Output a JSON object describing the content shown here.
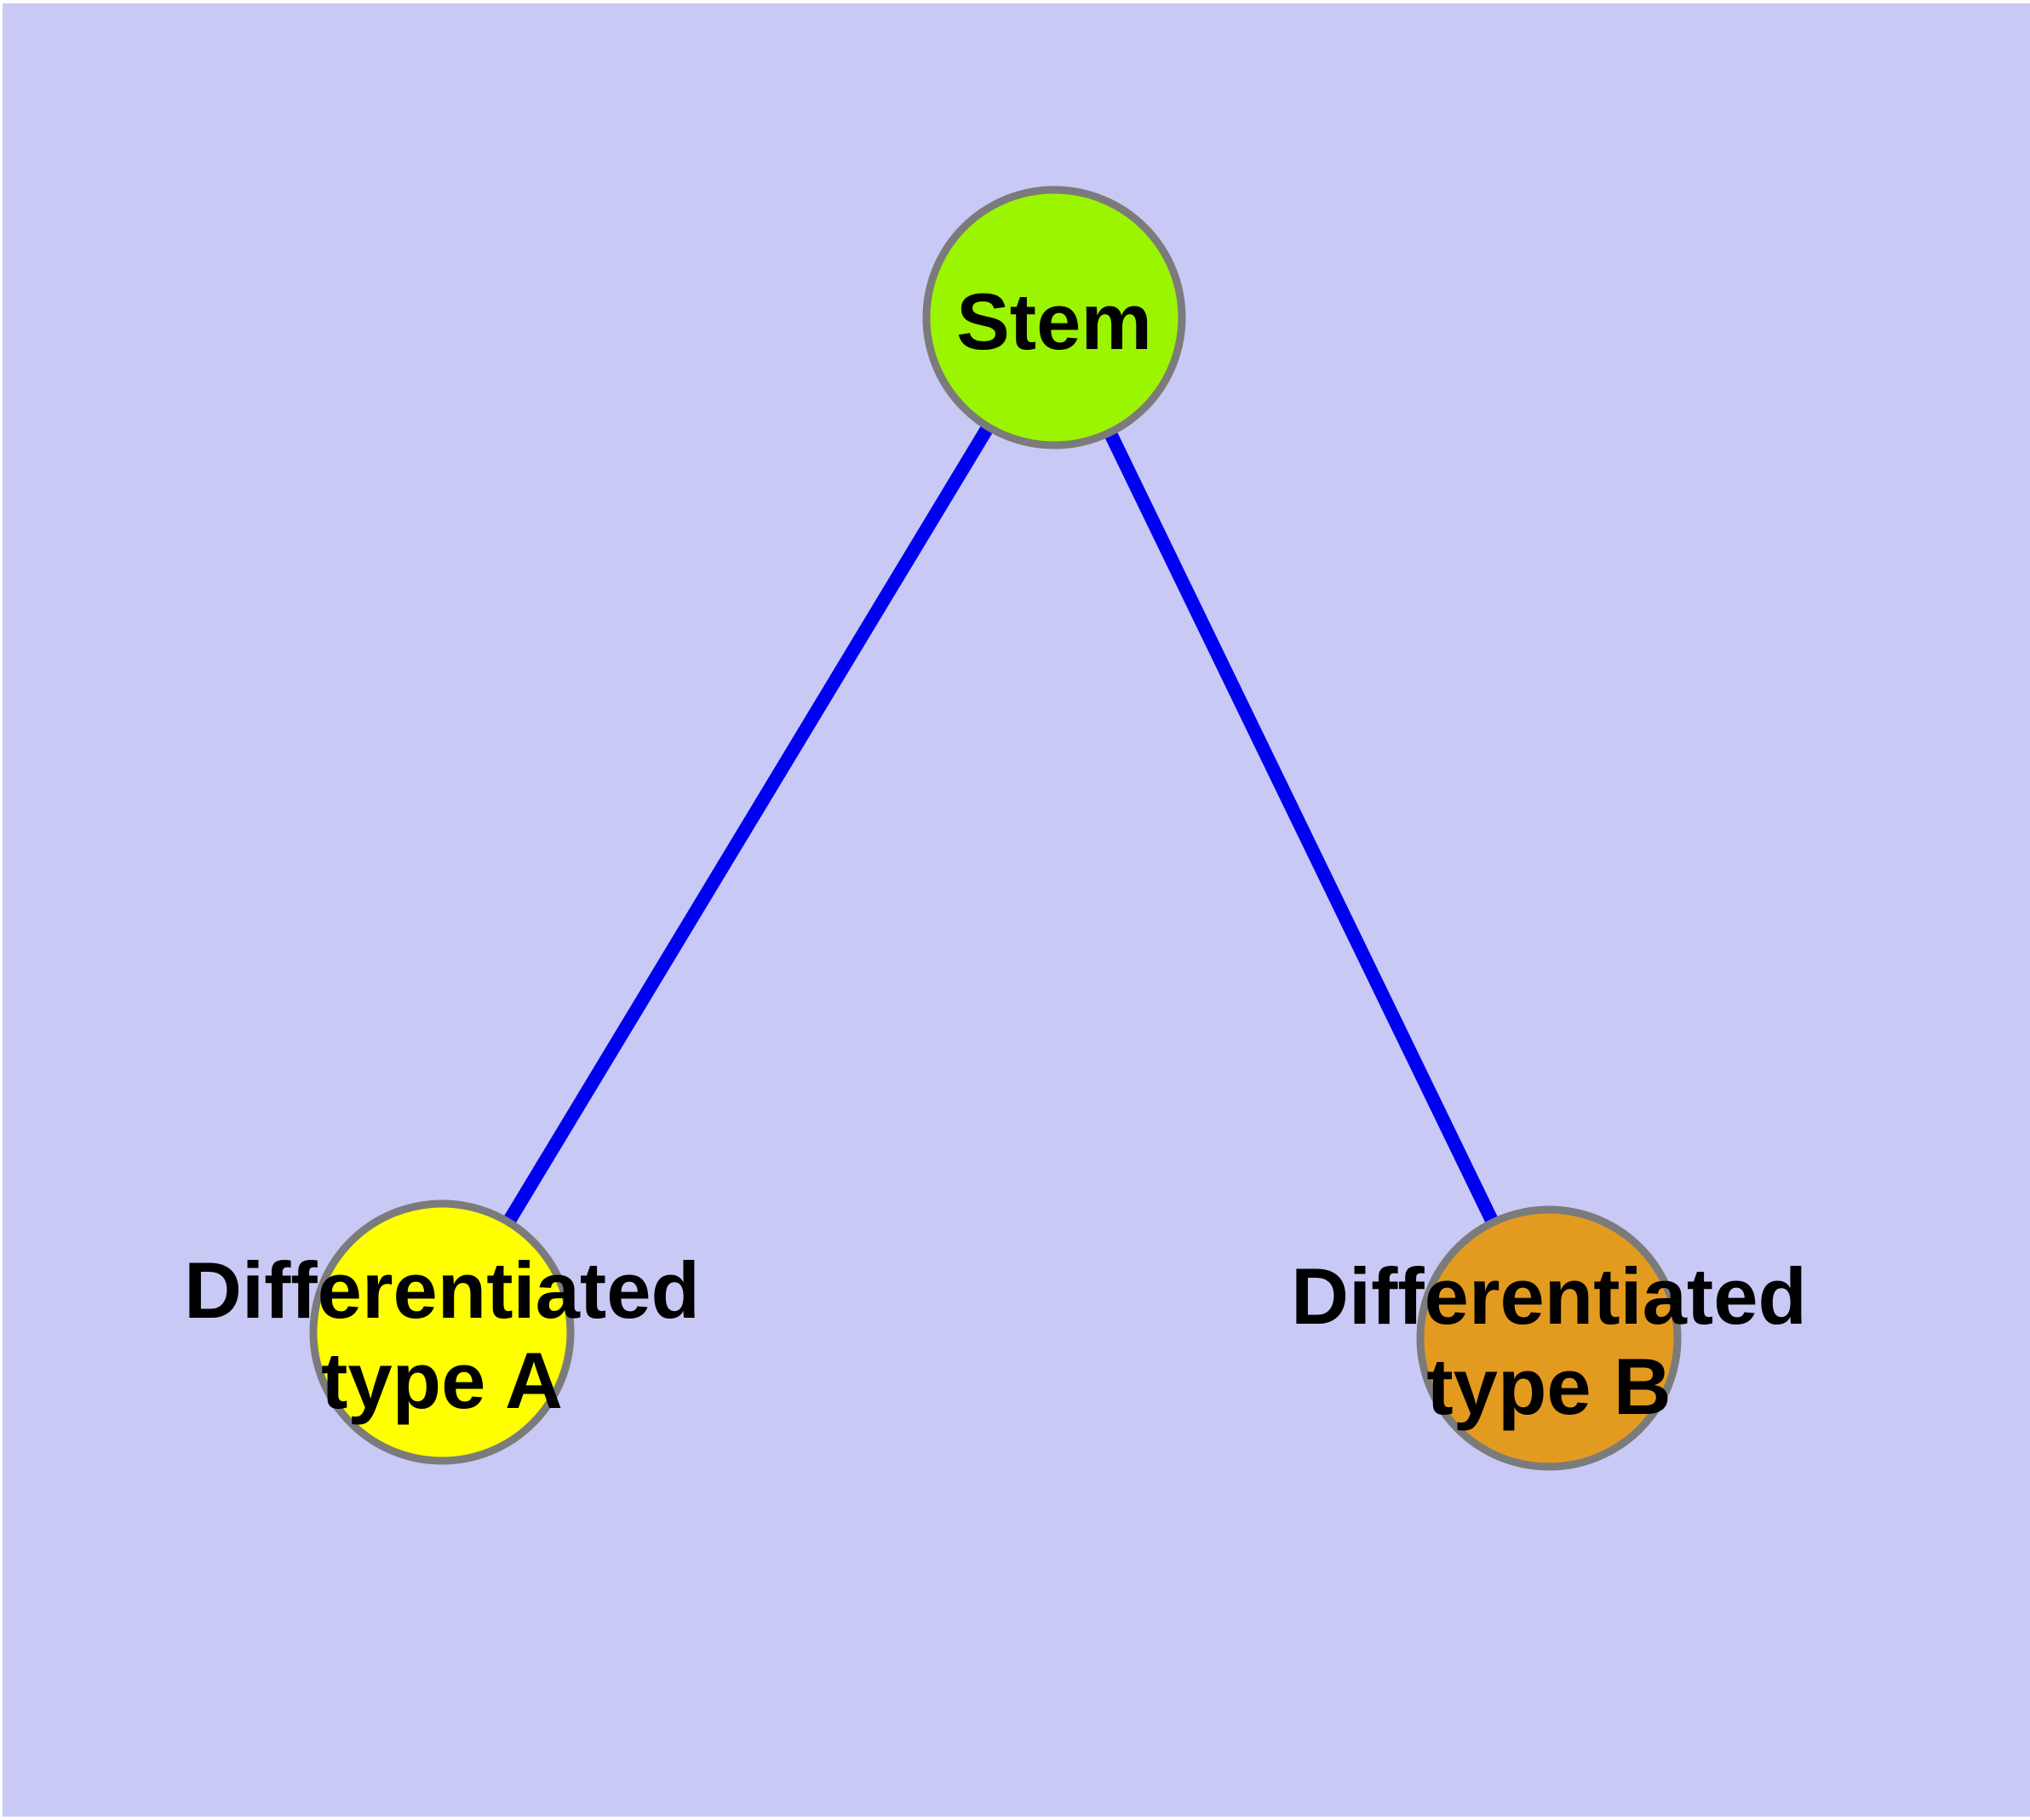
{
  "canvas": {
    "background_color": "#C9C9F6",
    "page_border_color": "#FFFFFF"
  },
  "edges": {
    "color": "#0000F0",
    "items": [
      {
        "from": "Stem",
        "to": "Differentiated type A"
      },
      {
        "from": "Stem",
        "to": "Differentiated type B"
      }
    ]
  },
  "nodes": {
    "border_color": "#7B7B7B",
    "label_color": "#000000",
    "stem": {
      "label": "Stem",
      "fill_color": "#9BF500"
    },
    "type_a": {
      "label": "Differentiated type A",
      "label_line1": "Differentiated",
      "label_line2": "type A",
      "fill_color": "#FFFF00"
    },
    "type_b": {
      "label": "Differentiated type B",
      "label_line1": "Differentiated",
      "label_line2": "type B",
      "fill_color": "#E39B1F"
    }
  }
}
